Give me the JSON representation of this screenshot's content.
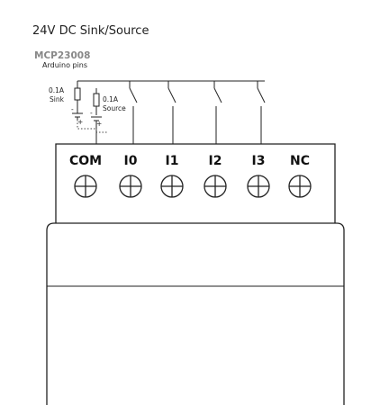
{
  "title": "24V DC Sink/Source",
  "chip_name": "MCP23008",
  "chip_subtitle": "Arduino pins",
  "sink_label_value": "0.1A",
  "sink_label_text": "Sink",
  "source_label_value": "0.1A",
  "source_label_text": "Source",
  "terminals": [
    "COM",
    "I0",
    "I1",
    "I2",
    "I3",
    "NC"
  ],
  "colors": {
    "line": "#222222",
    "chip": "#888888",
    "background": "#ffffff"
  }
}
